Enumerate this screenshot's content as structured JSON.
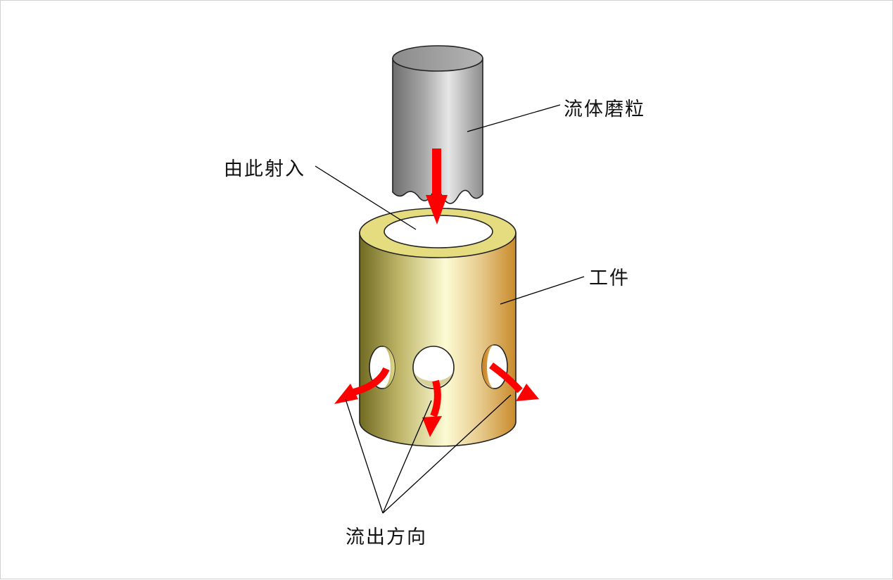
{
  "labels": {
    "fluid_abrasive": "流体磨粒",
    "inject_here": "由此射入",
    "workpiece": "工件",
    "outflow_direction": "流出方向"
  },
  "colors": {
    "tool_gray": "#9a9a9a",
    "workpiece_gold": "#d8cc7a",
    "arrow_red": "#ff0000",
    "leader_line": "#000000"
  }
}
